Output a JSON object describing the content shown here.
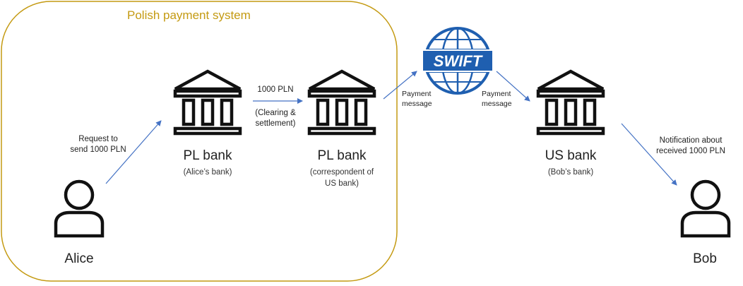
{
  "region": {
    "title": "Polish payment system",
    "border_color": "#c49a12"
  },
  "arrow_color": "#4472c4",
  "nodes": {
    "alice": {
      "name": "Alice"
    },
    "bob": {
      "name": "Bob"
    },
    "pl_bank": {
      "name": "PL bank",
      "subtitle": "(Alice’s bank)"
    },
    "pl_correspondent": {
      "name": "PL bank",
      "subtitle_line1": "(correspondent of",
      "subtitle_line2": "US bank)"
    },
    "us_bank": {
      "name": "US bank",
      "subtitle": "(Bob’s bank)"
    },
    "swift": {
      "label": "SWIFT",
      "color": "#1f5fb0"
    }
  },
  "edges": {
    "alice_to_plbank": {
      "line1": "Request to",
      "line2": "send 1000 PLN"
    },
    "plbank_to_corr": {
      "amount": "1000 PLN",
      "line1": "(Clearing &",
      "line2": "settlement)"
    },
    "corr_to_swift": {
      "line1": "Payment",
      "line2": "message"
    },
    "swift_to_usbank": {
      "line1": "Payment",
      "line2": "message"
    },
    "usbank_to_bob": {
      "line1": "Notification about",
      "line2": "received 1000 PLN"
    }
  }
}
